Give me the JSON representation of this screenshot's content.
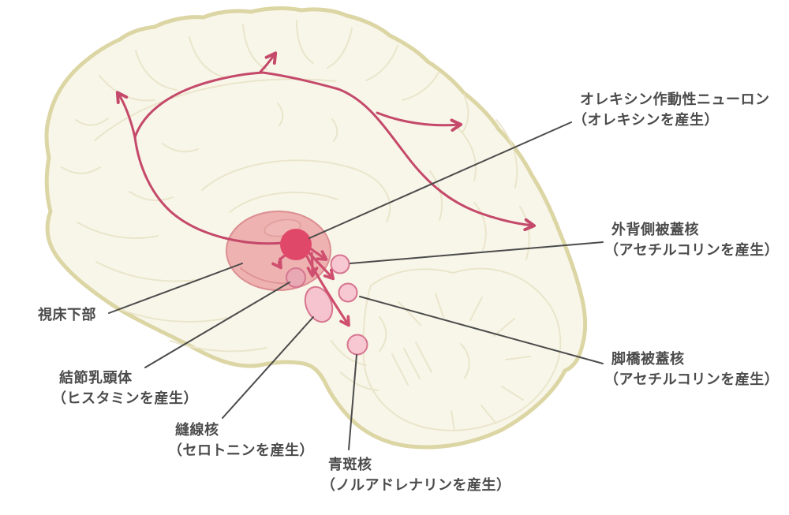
{
  "diagram": {
    "description": "Sagittal brain illustration showing orexin-producing neurons of the hypothalamus projecting to arousal nuclei",
    "labels": {
      "orexin": {
        "name": "オレキシン作動性ニューロン",
        "product": "（オレキシンを産生）"
      },
      "ldt": {
        "name": "外背側被蓋核",
        "product": "（アセチルコリンを産生）"
      },
      "ppt": {
        "name": "脚橋被蓋核",
        "product": "（アセチルコリンを産生）"
      },
      "hypothalamus": {
        "name": "視床下部"
      },
      "tmn": {
        "name": "結節乳頭体",
        "product": "（ヒスタミンを産生）"
      },
      "raphe": {
        "name": "縫線核",
        "product": "（セロトニンを産生）"
      },
      "lc": {
        "name": "青斑核",
        "product": "（ノルアドレナリンを産生）"
      }
    },
    "colors": {
      "background": "#ffffff",
      "brain_fill": "#f8f6e9",
      "brain_outline": "#dcd5a4",
      "sulci": "#eae5cb",
      "hypothalamus_fill": "#edadac",
      "hypothalamus_stroke": "#dc8e92",
      "orexin_node": "#e0486a",
      "nucleus_fill": "#f8c8d2",
      "nucleus_muted_fill": "#e8a8b4",
      "nucleus_stroke": "#d6758f",
      "projection_arrow": "#c4496a",
      "local_arrow": "#cf4f6f",
      "pointer_line": "#4b4b4b",
      "label_text": "#4b4b4b"
    }
  }
}
